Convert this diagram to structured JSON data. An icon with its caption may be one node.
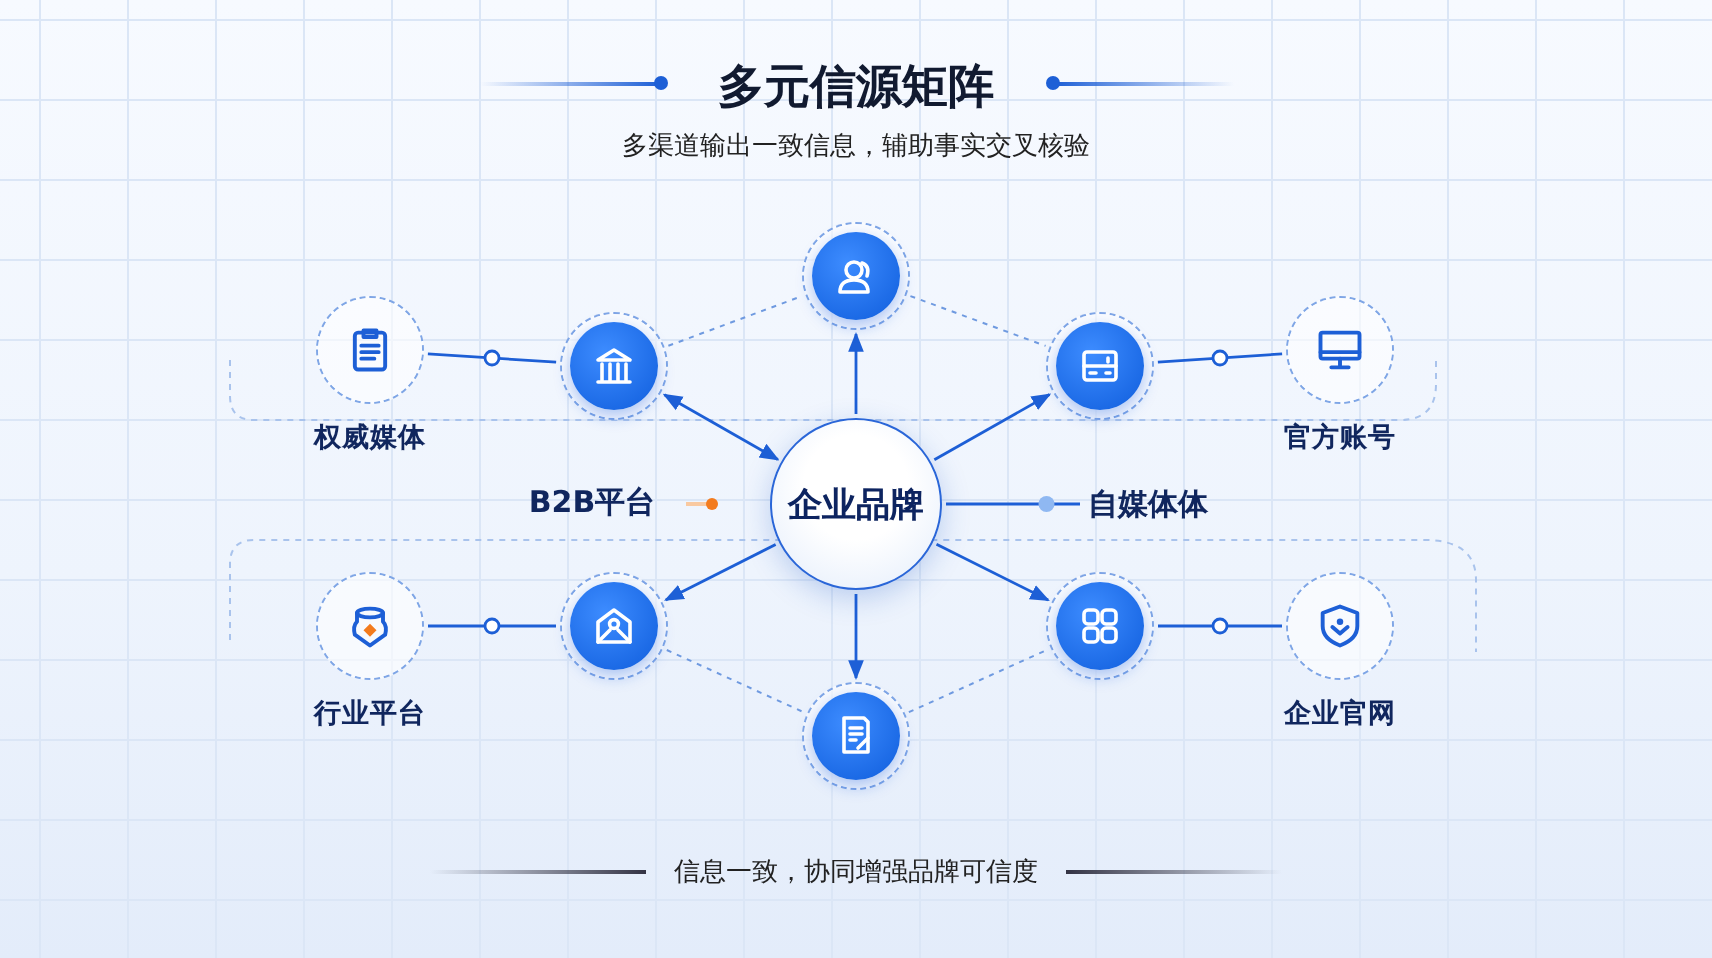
{
  "diagram": {
    "title": "多元信源矩阵",
    "caption": "信息一致，协同增强品牌可信度",
    "nodes": [
      {
        "text": [
          "企业品牌"
        ]
      },
      {
        "text": [],
        "shape": "circle"
      },
      {
        "text": [],
        "shape": "circle"
      },
      {
        "text": [],
        "shape": "circle"
      },
      {
        "text": [],
        "shape": "circle"
      },
      {
        "text": [],
        "shape": "circle"
      },
      {
        "text": [],
        "shape": "circle"
      },
      {
        "text": [
          "权威媒体"
        ]
      },
      {
        "text": [
          "官方账号"
        ]
      },
      {
        "text": [
          "行业平台"
        ]
      },
      {
        "text": [
          "企业官网"
        ]
      },
      {
        "text": [
          "自媒体体"
        ]
      }
    ],
    "edges": [
      {
        "from": 0,
        "to": 1,
        "arrow": "to"
      },
      {
        "from": 0,
        "to": 2,
        "arrow": "both"
      },
      {
        "from": 0,
        "to": 3,
        "arrow": "to"
      },
      {
        "from": 0,
        "to": 4,
        "arrow": "to"
      },
      {
        "from": 0,
        "to": 5,
        "arrow": "to"
      },
      {
        "from": 0,
        "to": 6,
        "arrow": "to"
      },
      {
        "from": 7,
        "to": 2,
        "arrow": "none"
      },
      {
        "from": 3,
        "to": 8,
        "arrow": "none"
      },
      {
        "from": 9,
        "to": 4,
        "arrow": "none"
      },
      {
        "from": 5,
        "to": 10,
        "arrow": "none"
      },
      {
        "from": 2,
        "to": 1,
        "arrow": "none",
        "style": "dashed"
      },
      {
        "from": 1,
        "to": 3,
        "arrow": "none",
        "style": "dashed"
      },
      {
        "from": 4,
        "to": 6,
        "arrow": "none",
        "style": "dashed"
      },
      {
        "from": 6,
        "to": 5,
        "arrow": "none",
        "style": "dashed"
      },
      {
        "from": 0,
        "to": 11,
        "arrow": "none"
      }
    ],
    "labels": [
      "多渠道输出一致信息，辅助事实交叉核验",
      "B2B平台"
    ]
  }
}
